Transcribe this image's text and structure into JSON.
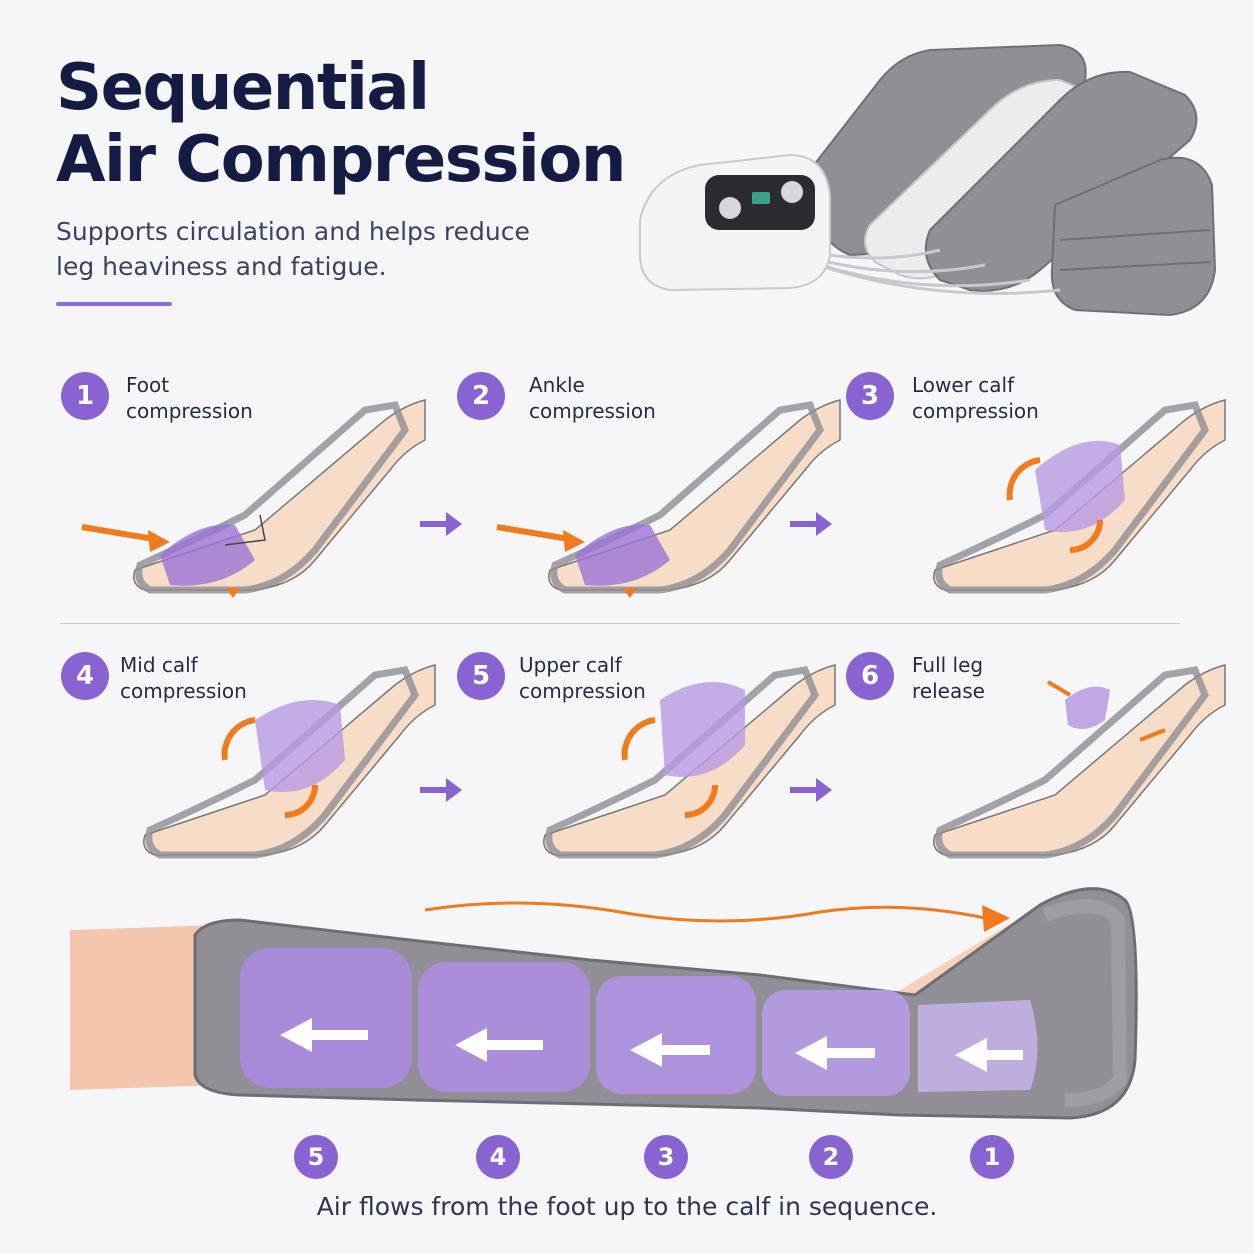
{
  "header": {
    "title_line1": "Sequential",
    "title_line2": "Air Compression",
    "subtitle_line1": "Supports circulation and helps reduce",
    "subtitle_line2": "leg heaviness and fatigue."
  },
  "steps": [
    {
      "number": "1",
      "line1": "Foot",
      "line2": "compression"
    },
    {
      "number": "2",
      "line1": "Ankle",
      "line2": "compression"
    },
    {
      "number": "3",
      "line1": "Lower calf",
      "line2": "compression"
    },
    {
      "number": "4",
      "line1": "Mid calf",
      "line2": "compression"
    },
    {
      "number": "5",
      "line1": "Upper calf",
      "line2": "compression"
    },
    {
      "number": "6",
      "line1": "Full leg",
      "line2": "release"
    }
  ],
  "sequence_numbers": [
    "5",
    "4",
    "3",
    "2",
    "1"
  ],
  "caption": "Air flows from the foot up to the calf in sequence.",
  "colors": {
    "accent": "#8a63d2",
    "title": "#141c44",
    "flow_arrow": "#f07a1c",
    "chamber": "#a98ad8",
    "sleeve": "#8e8e94"
  },
  "icons": {
    "step_arrow": "right-arrow-icon",
    "flow_arrow": "orange-flow-arrow-icon",
    "chamber_arrow": "left-arrow-icon"
  }
}
